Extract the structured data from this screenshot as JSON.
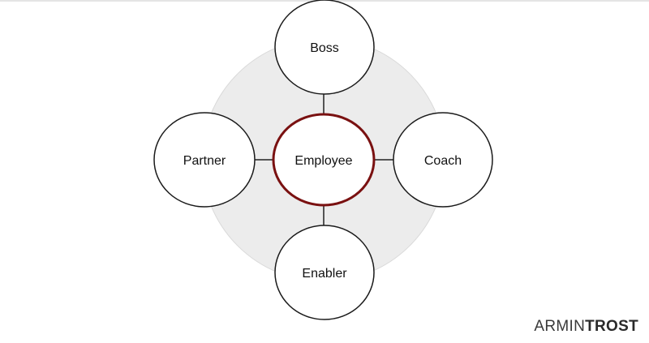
{
  "diagram": {
    "center": {
      "label": "Employee"
    },
    "nodes": {
      "top": {
        "label": "Boss"
      },
      "left": {
        "label": "Partner"
      },
      "right": {
        "label": "Coach"
      },
      "bottom": {
        "label": "Enabler"
      }
    },
    "colors": {
      "background_disc": "#ececec",
      "disc_outline": "#d9d9d9",
      "center_outline": "#7a1111",
      "node_outline": "#1a1a1a",
      "connector": "#222222"
    }
  },
  "brand": {
    "first": "ARMIN",
    "last": "TROST"
  }
}
